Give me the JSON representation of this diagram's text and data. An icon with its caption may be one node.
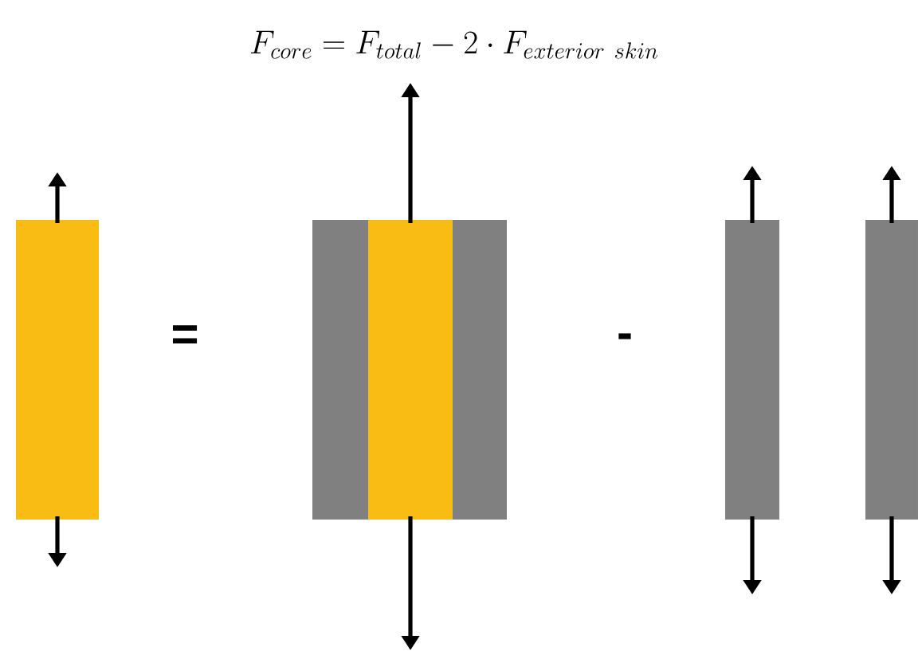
{
  "diagram": {
    "title": "F_{core} = F_{total} - 2 \\cdot F_{exterior\\ skin}",
    "nodes": [
      {
        "text": [],
        "shape": "bar"
      },
      {
        "text": [],
        "shape": "bar"
      },
      {
        "text": [],
        "shape": "bar"
      },
      {
        "text": [],
        "shape": "bar"
      },
      {
        "text": [],
        "shape": "bar"
      },
      {
        "text": [],
        "shape": "bar"
      }
    ],
    "labels": [
      "=",
      "-"
    ]
  }
}
